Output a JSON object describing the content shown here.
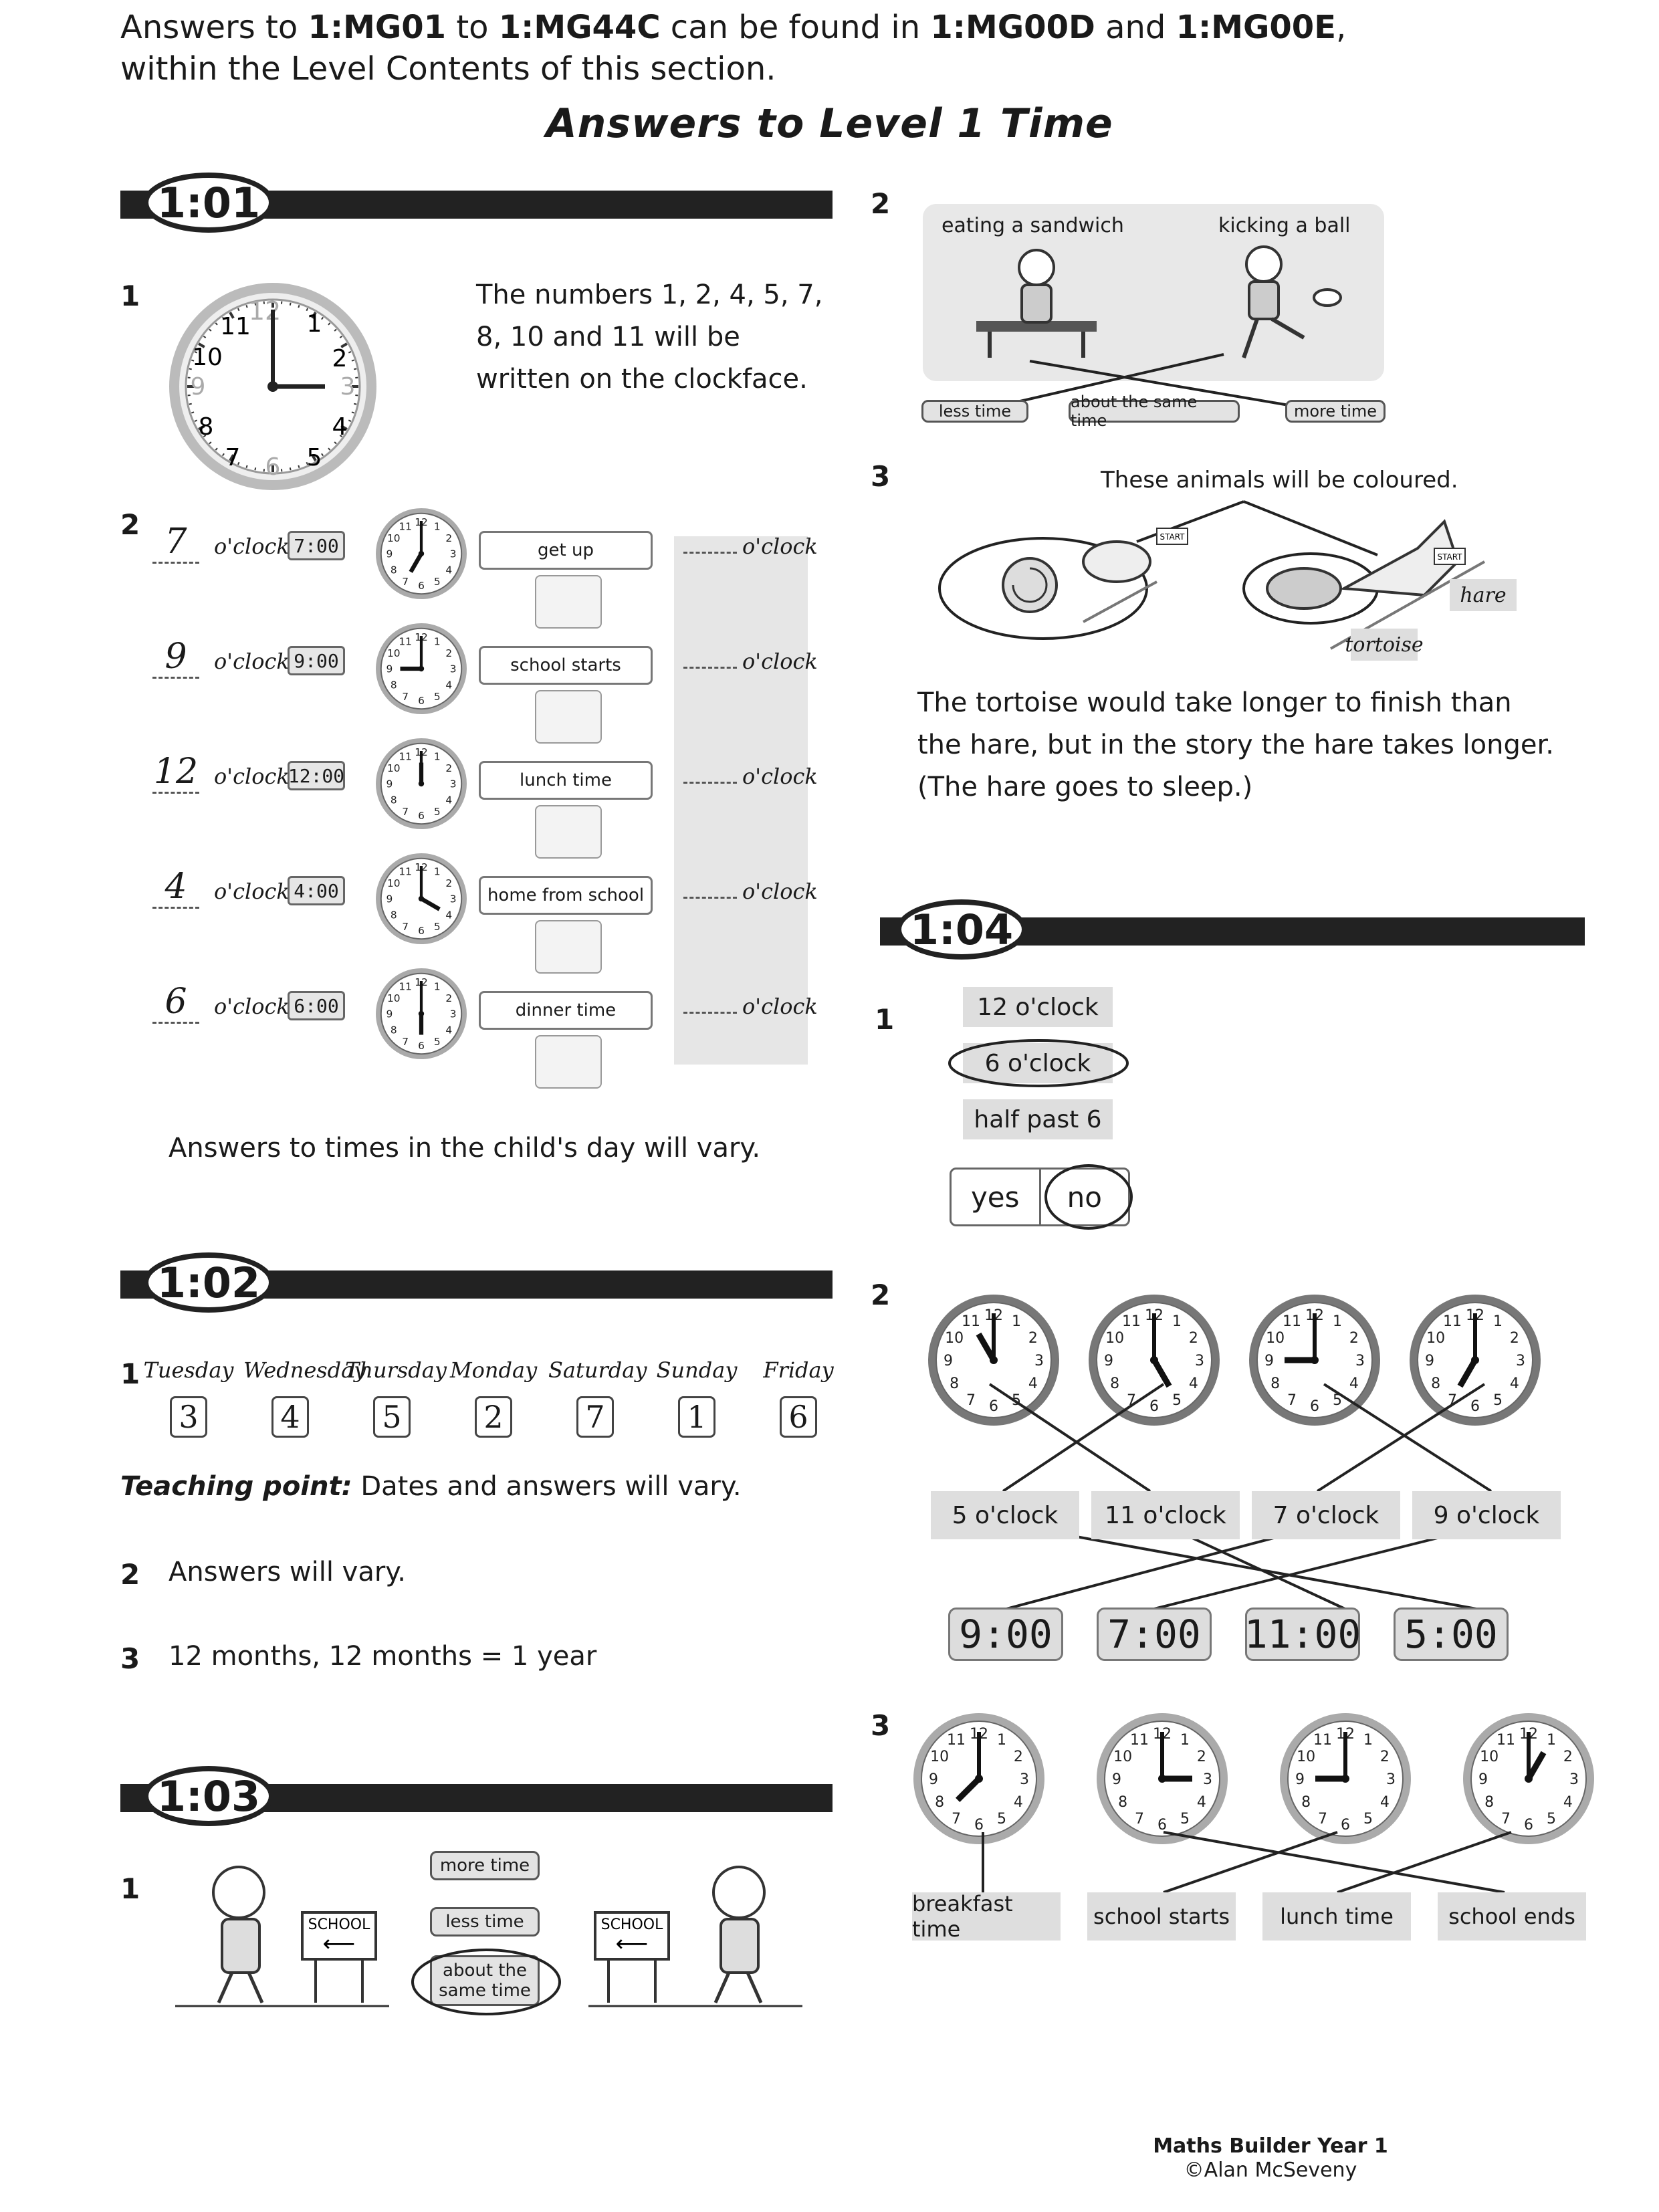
{
  "intro": {
    "p1": "Answers to ",
    "b1": "1:MG01",
    "p2": " to ",
    "b2": "1:MG44C",
    "p3": " can be found in ",
    "b3": "1:MG00D",
    "p4": " and ",
    "b4": "1:MG00E",
    "p5": ",",
    "line2": "within the Level Contents of this section."
  },
  "title": "Answers to Level 1 Time",
  "s101": {
    "label": "1:01",
    "q1": "1",
    "q1_text": "The numbers 1, 2, 4, 5, 7, 8, 10 and 11 will be written on the clockface.",
    "q2": "2",
    "rows": [
      {
        "hand": "7",
        "oclock": "o'clock",
        "digital": "7:00",
        "activity": "get up",
        "blank": "o'clock"
      },
      {
        "hand": "9",
        "oclock": "o'clock",
        "digital": "9:00",
        "activity": "school starts",
        "blank": "o'clock"
      },
      {
        "hand": "12",
        "oclock": "o'clock",
        "digital": "12:00",
        "activity": "lunch time",
        "blank": "o'clock"
      },
      {
        "hand": "4",
        "oclock": "o'clock",
        "digital": "4:00",
        "activity": "home from school",
        "blank": "o'clock"
      },
      {
        "hand": "6",
        "oclock": "o'clock",
        "digital": "6:00",
        "activity": "dinner time",
        "blank": "o'clock"
      }
    ],
    "q2_note": "Answers to times in the child's day will vary."
  },
  "s102": {
    "label": "1:02",
    "q1": "1",
    "days": [
      {
        "name": "Tuesday",
        "num": "3"
      },
      {
        "name": "Wednesday",
        "num": "4"
      },
      {
        "name": "Thursday",
        "num": "5"
      },
      {
        "name": "Monday",
        "num": "2"
      },
      {
        "name": "Saturday",
        "num": "7"
      },
      {
        "name": "Sunday",
        "num": "1"
      },
      {
        "name": "Friday",
        "num": "6"
      }
    ],
    "tp_label": "Teaching point:",
    "tp_text": " Dates and answers will vary.",
    "q2": "2",
    "q2_text": "Answers will vary.",
    "q3": "3",
    "q3_text": "12 months, 12 months = 1 year"
  },
  "s103": {
    "label": "1:03",
    "q1": "1",
    "opt1": "more time",
    "opt2": "less time",
    "opt3": "about the same time",
    "sign": "SCHOOL",
    "q2": "2",
    "eat": "eating a sandwich",
    "kick": "kicking a ball",
    "lt": "less time",
    "ast": "about the same time",
    "mt": "more time",
    "q3": "3",
    "animals_note": "These animals will be coloured.",
    "start": "START",
    "hare": "hare",
    "tortoise": "tortoise",
    "q3_text": "The tortoise would take longer to finish than the hare, but in the story the hare takes longer. (The hare goes to sleep.)"
  },
  "s104": {
    "label": "1:04",
    "q1": "1",
    "c1": "12 o'clock",
    "c2": "6 o'clock",
    "c3": "half past 6",
    "yes": "yes",
    "no": "no",
    "q2": "2",
    "labels2": [
      "5 o'clock",
      "11 o'clock",
      "7 o'clock",
      "9 o'clock"
    ],
    "digitals2": [
      "9:00",
      "7:00",
      "11:00",
      "5:00"
    ],
    "q3": "3",
    "labels3": [
      "breakfast time",
      "school starts",
      "lunch time",
      "school ends"
    ]
  },
  "footer": {
    "line1": "Maths Builder Year 1",
    "line2": "©Alan McSeveny"
  }
}
